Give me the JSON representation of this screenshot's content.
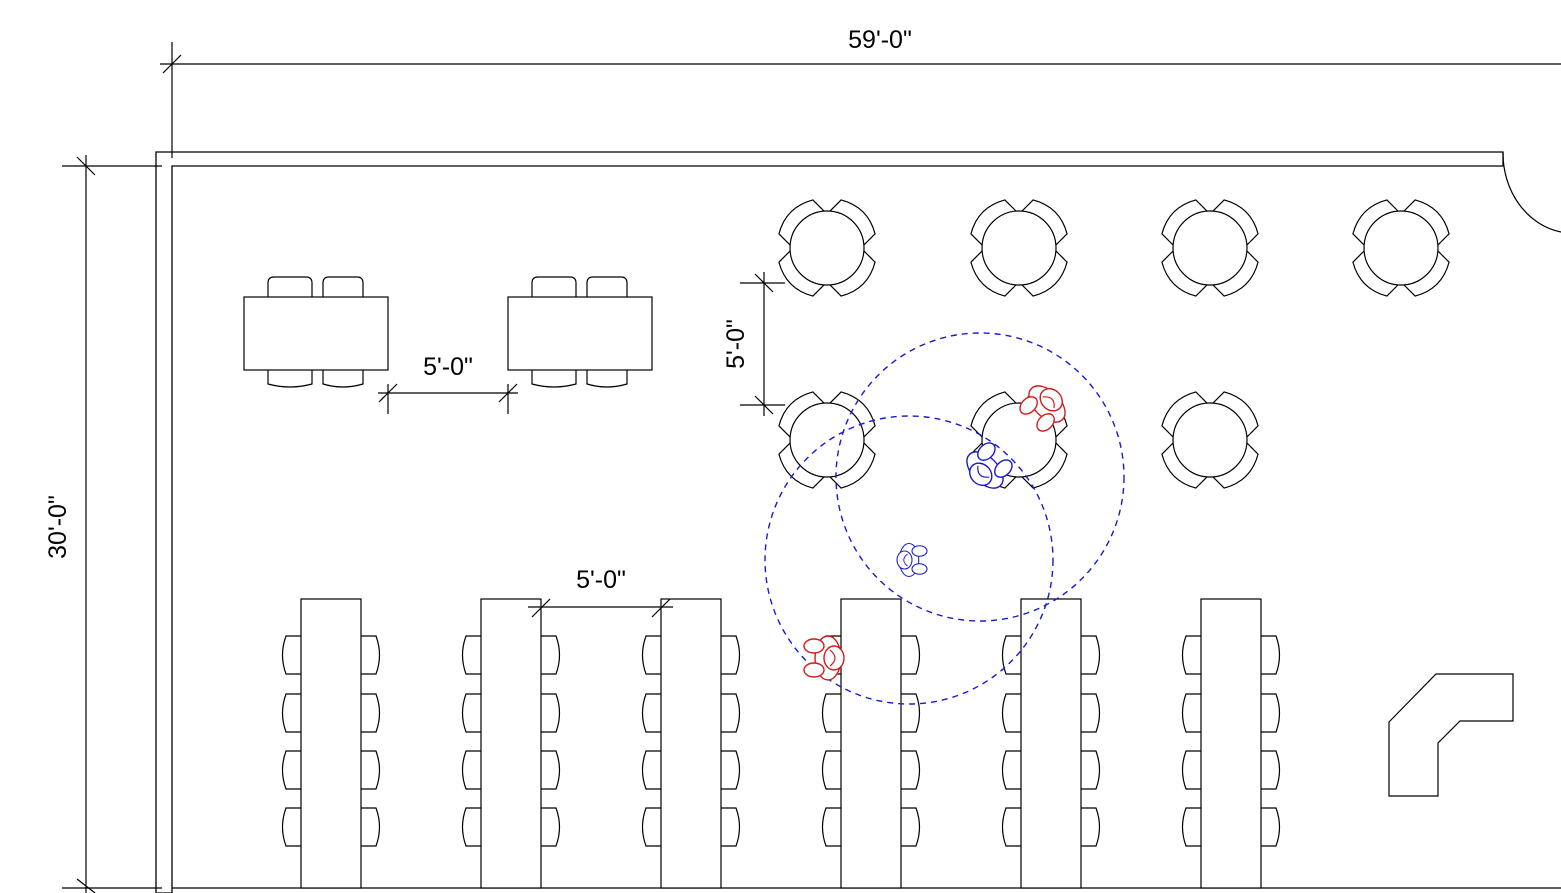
{
  "plan": {
    "dimensions": {
      "overall_width": "59'-0\"",
      "overall_depth": "30'-0\"",
      "table_gap_horizontal": "5'-0\"",
      "table_gap_vertical": "5'-0\"",
      "long_table_gap": "5'-0\""
    },
    "colors": {
      "line": "#000000",
      "clearance": "#1a1acc",
      "person_blue": "#1a1acc",
      "person_red": "#d41a1a",
      "background": "#ffffff"
    },
    "furniture": {
      "round_tables_4_chairs": 7,
      "rect_tables_4_chairs": 2,
      "long_tables_8_chairs": 6,
      "l_shaped_counter": 1
    },
    "people": {
      "blue_count": 2,
      "red_count": 2
    },
    "clearance_circles": 2
  }
}
